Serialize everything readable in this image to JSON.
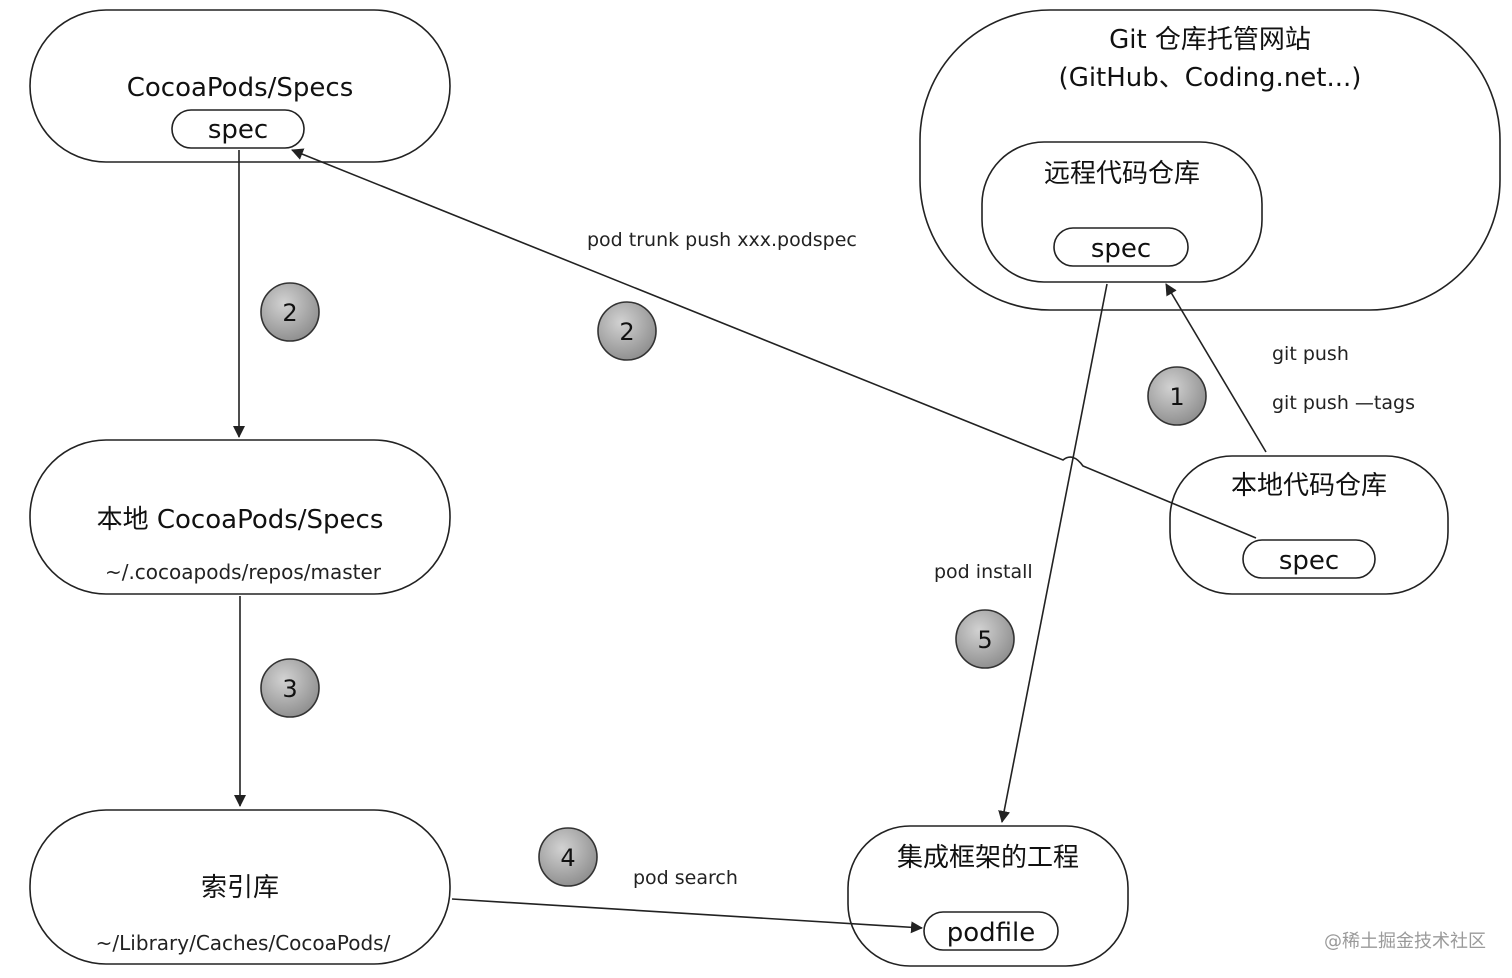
{
  "nodes": {
    "cocoapods_specs": {
      "title": "CocoaPods/Specs",
      "pill": "spec"
    },
    "git_hosting": {
      "title": "Git 仓库托管网站",
      "subtitle": "(GitHub、Coding.net...)"
    },
    "remote_repo": {
      "title": "远程代码仓库",
      "pill": "spec"
    },
    "local_specs": {
      "title": "本地 CocoaPods/Specs",
      "subtitle": "~/.cocoapods/repos/master"
    },
    "local_repo": {
      "title": "本地代码仓库",
      "pill": "spec"
    },
    "index": {
      "title": "索引库",
      "subtitle": "~/Library/Caches/CocoaPods/"
    },
    "project": {
      "title": "集成框架的工程",
      "pill": "podfile"
    }
  },
  "edges": {
    "trunk_push": {
      "label": "pod trunk push xxx.podspec",
      "step": "2"
    },
    "specs_to_local": {
      "step": "2"
    },
    "git_push": {
      "label_1": "git push",
      "label_2": "git push —tags",
      "step": "1"
    },
    "local_to_index": {
      "step": "3"
    },
    "pod_search": {
      "label": "pod search",
      "step": "4"
    },
    "pod_install": {
      "label": "pod install",
      "step": "5"
    }
  },
  "watermark": "@稀土掘金技术社区",
  "colors": {
    "stroke": "#222222",
    "step_badge_fill": "#9e9e9e",
    "watermark": "#9a9a9a"
  }
}
